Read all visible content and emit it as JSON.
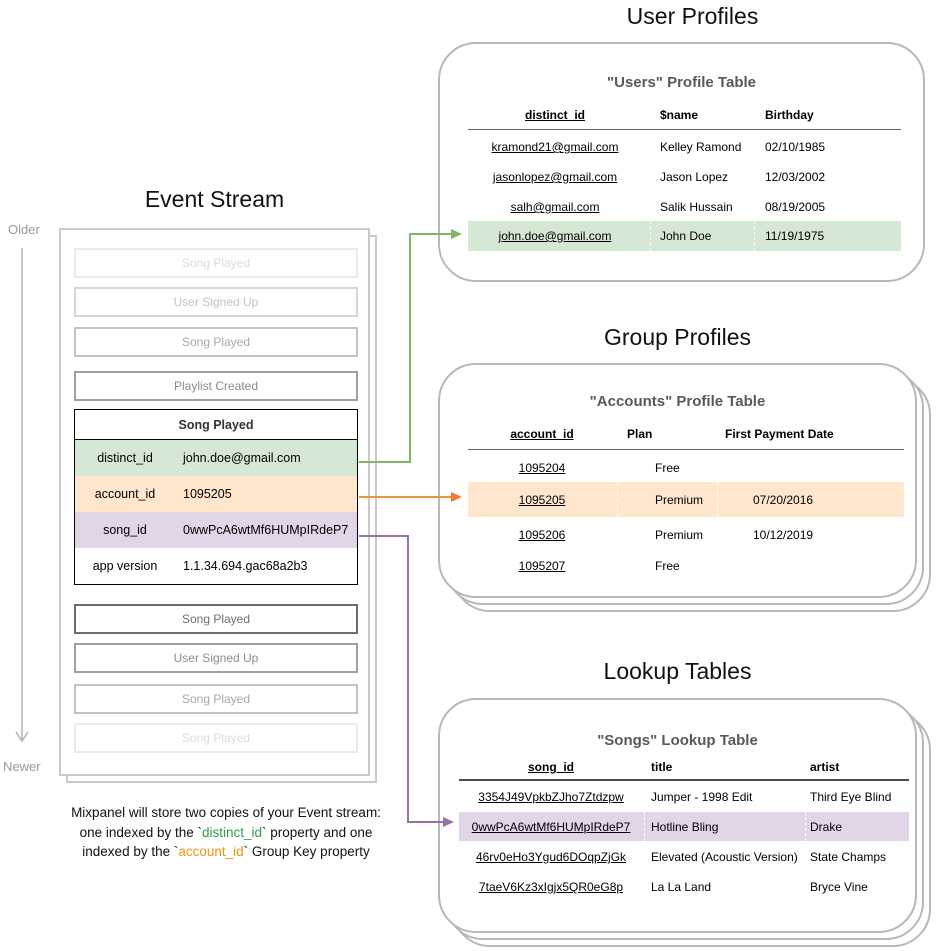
{
  "stream": {
    "title": "Event Stream",
    "older_label": "Older",
    "newer_label": "Newer",
    "events_before": [
      {
        "label": "Song Played"
      },
      {
        "label": "User Signed Up"
      },
      {
        "label": "Song Played"
      },
      {
        "label": "Playlist Created"
      }
    ],
    "card": {
      "title": "Song Played",
      "rows": [
        {
          "key": "distinct_id",
          "value": "john.doe@gmail.com",
          "highlight": "green"
        },
        {
          "key": "account_id",
          "value": "1095205",
          "highlight": "orange"
        },
        {
          "key": "song_id",
          "value": "0wwPcA6wtMf6HUMpIRdeP7",
          "highlight": "purple"
        },
        {
          "key": "app version",
          "value": "1.1.34.694.gac68a2b3",
          "highlight": "none"
        }
      ]
    },
    "events_after": [
      {
        "label": "Song Played"
      },
      {
        "label": "User Signed Up"
      },
      {
        "label": "Song Played"
      },
      {
        "label": "Song Played"
      }
    ]
  },
  "caption": {
    "line1": "Mixpanel will store two copies of your Event stream:",
    "line2_pre": "one indexed by the `",
    "line2_key": "distinct_id",
    "line2_post": "` property and one",
    "line3_pre": "indexed by the `",
    "line3_key": "account_id",
    "line3_post": "` Group Key property"
  },
  "user_profiles": {
    "section_title": "User Profiles",
    "table_title": "\"Users\" Profile Table",
    "columns": [
      "distinct_id",
      "$name",
      "Birthday"
    ],
    "rows": [
      {
        "distinct_id": "kramond21@gmail.com",
        "name": "Kelley Ramond",
        "birthday": "02/10/1985"
      },
      {
        "distinct_id": "jasonlopez@gmail.com",
        "name": "Jason Lopez",
        "birthday": "12/03/2002"
      },
      {
        "distinct_id": "salh@gmail.com",
        "name": "Salik Hussain",
        "birthday": "08/19/2005"
      },
      {
        "distinct_id": "john.doe@gmail.com",
        "name": "John Doe",
        "birthday": "11/19/1975"
      }
    ],
    "highlighted_row_index": 3
  },
  "group_profiles": {
    "section_title": "Group Profiles",
    "table_title": "\"Accounts\" Profile Table",
    "columns": [
      "account_id",
      "Plan",
      "First Payment Date"
    ],
    "rows": [
      {
        "account_id": "1095204",
        "plan": "Free",
        "first_payment_date": ""
      },
      {
        "account_id": "1095205",
        "plan": "Premium",
        "first_payment_date": "07/20/2016"
      },
      {
        "account_id": "1095206",
        "plan": "Premium",
        "first_payment_date": "10/12/2019"
      },
      {
        "account_id": "1095207",
        "plan": "Free",
        "first_payment_date": ""
      }
    ],
    "highlighted_row_index": 1
  },
  "lookup_tables": {
    "section_title": "Lookup Tables",
    "table_title": "\"Songs\" Lookup Table",
    "columns": [
      "song_id",
      "title",
      "artist"
    ],
    "rows": [
      {
        "song_id": "3354J49VpkbZJho7Ztdzpw",
        "title": "Jumper - 1998 Edit",
        "artist": "Third Eye Blind"
      },
      {
        "song_id": "0wwPcA6wtMf6HUMpIRdeP7",
        "title": "Hotline Bling",
        "artist": "Drake"
      },
      {
        "song_id": "46rv0eHo3Ygud6DOqpZjGk",
        "title": "Elevated (Acoustic Version)",
        "artist": "State Champs"
      },
      {
        "song_id": "7taeV6Kz3xIgjx5QR0eG8p",
        "title": "La La Land",
        "artist": "Bryce Vine"
      }
    ],
    "highlighted_row_index": 1
  },
  "colors": {
    "green_fill": "#d5e8d4",
    "green_stroke": "#82b366",
    "orange_fill": "#ffe6cc",
    "orange_stroke": "#e8953c",
    "purple_fill": "#e1d5e7",
    "purple_stroke": "#9673a6",
    "caption_green": "#2e9e49",
    "caption_orange": "#f2930f",
    "container_border": "#b8b8b8"
  }
}
